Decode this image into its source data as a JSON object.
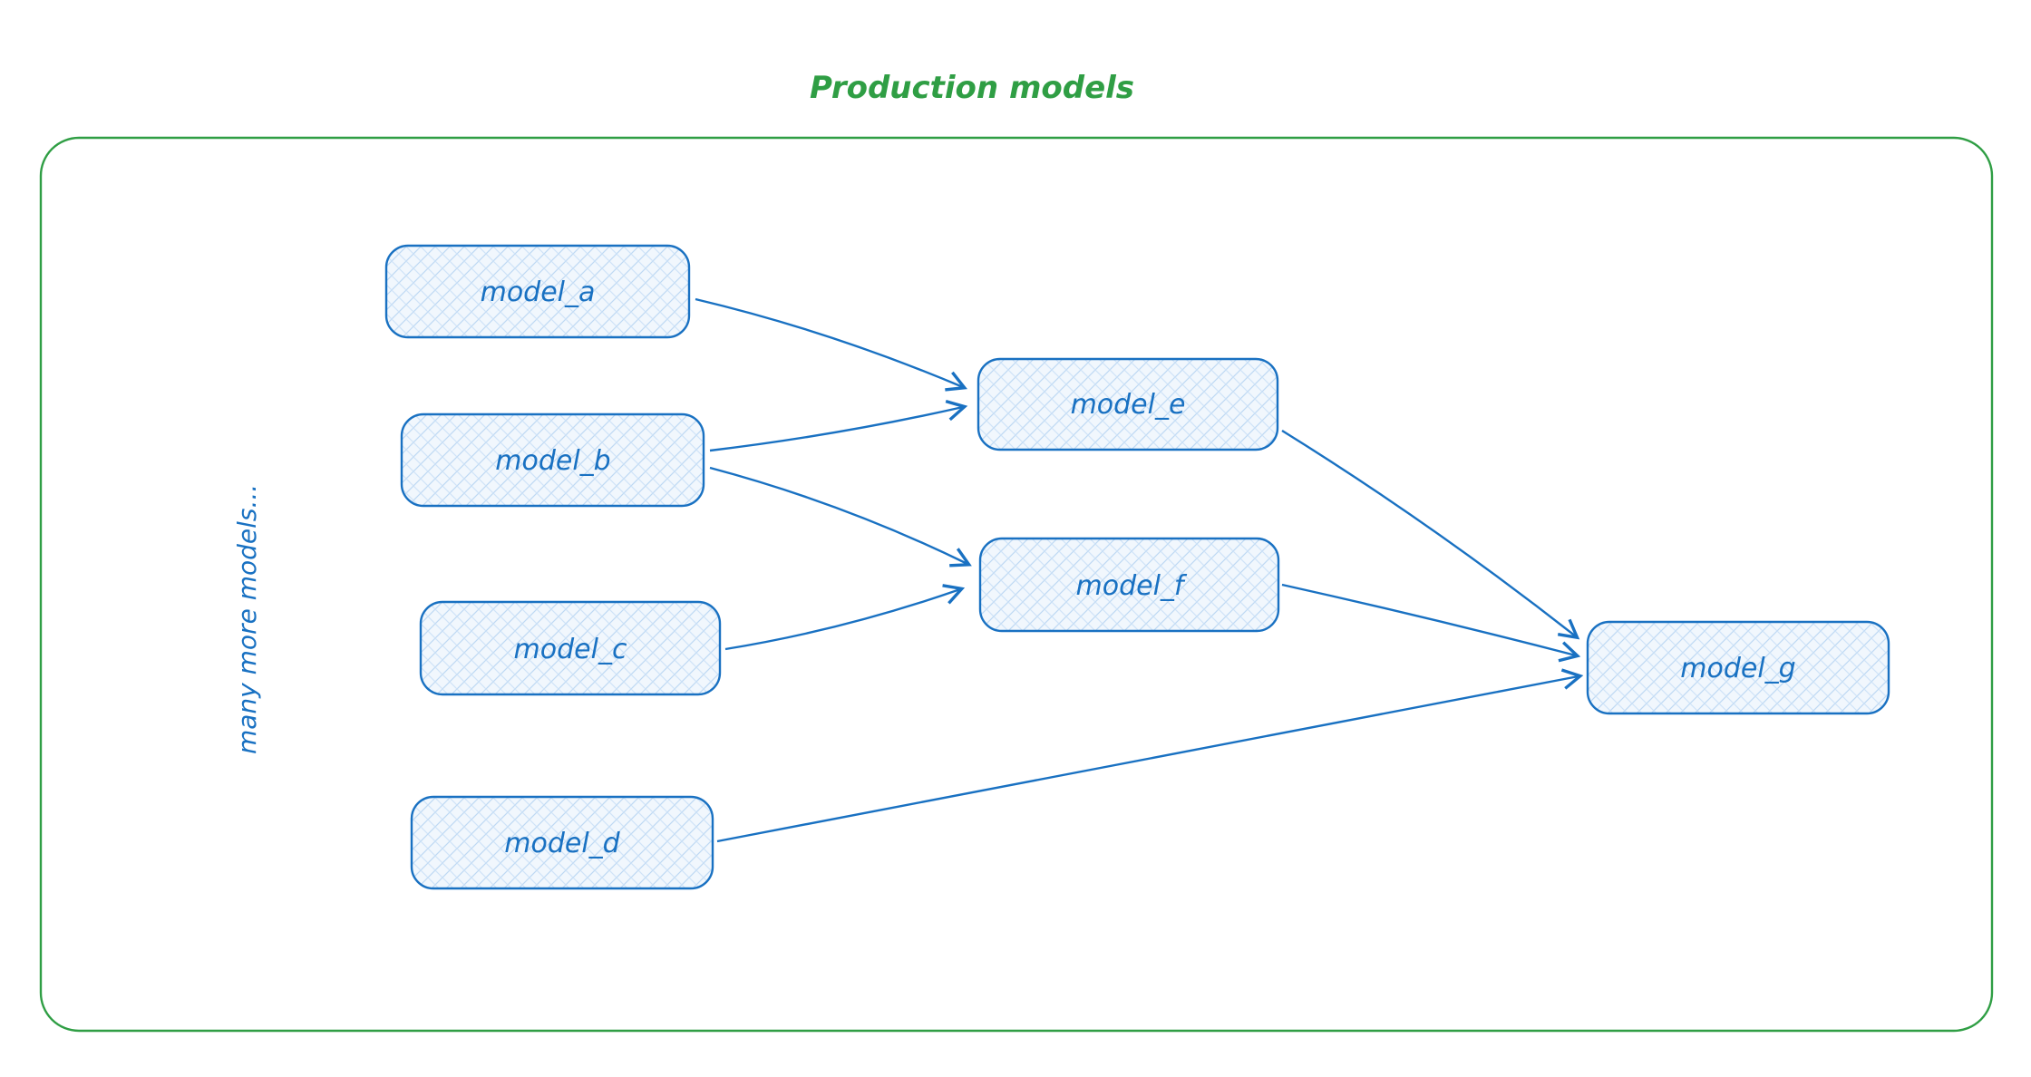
{
  "title": "Production models",
  "side_label": "many more models...",
  "colors": {
    "accent_green": "#2f9e44",
    "accent_blue": "#1971c2",
    "node_fill": "#eff6fd"
  },
  "nodes": [
    {
      "id": "model_a",
      "label": "model_a"
    },
    {
      "id": "model_b",
      "label": "model_b"
    },
    {
      "id": "model_c",
      "label": "model_c"
    },
    {
      "id": "model_d",
      "label": "model_d"
    },
    {
      "id": "model_e",
      "label": "model_e"
    },
    {
      "id": "model_f",
      "label": "model_f"
    },
    {
      "id": "model_g",
      "label": "model_g"
    }
  ],
  "edges": [
    {
      "from": "model_a",
      "to": "model_e"
    },
    {
      "from": "model_b",
      "to": "model_e"
    },
    {
      "from": "model_b",
      "to": "model_f"
    },
    {
      "from": "model_c",
      "to": "model_f"
    },
    {
      "from": "model_d",
      "to": "model_g"
    },
    {
      "from": "model_e",
      "to": "model_g"
    },
    {
      "from": "model_f",
      "to": "model_g"
    }
  ]
}
